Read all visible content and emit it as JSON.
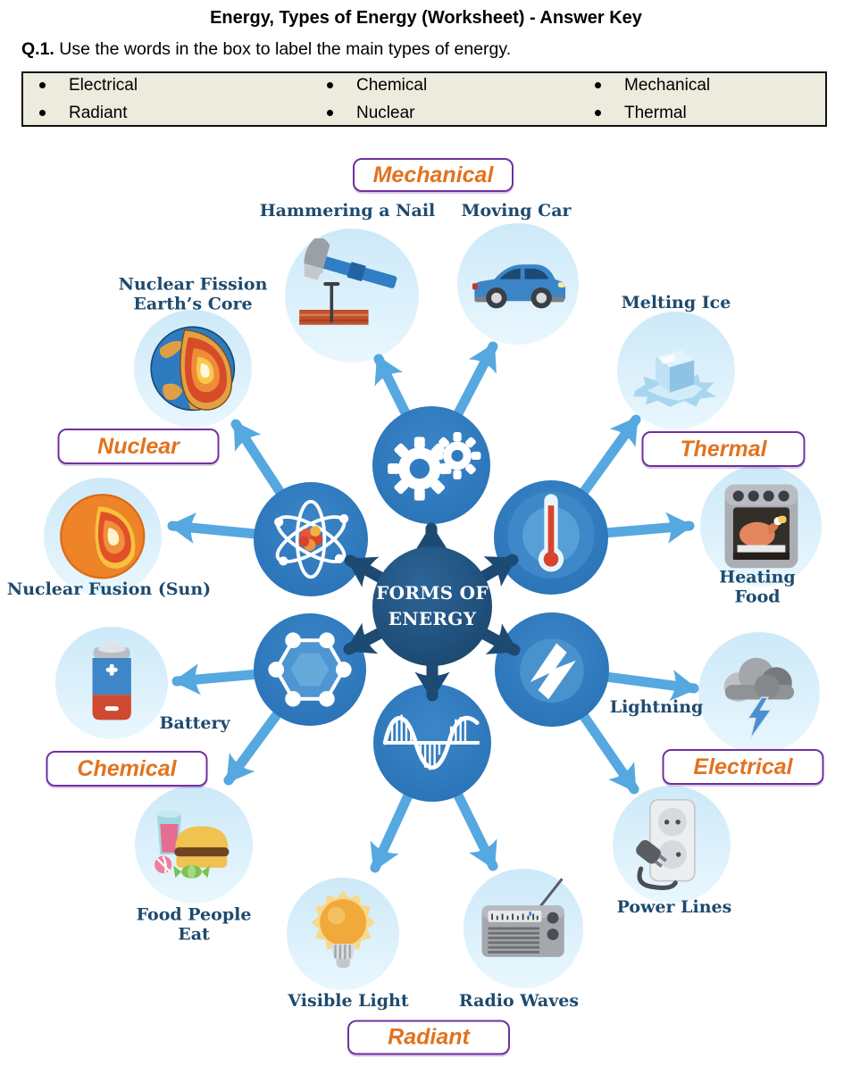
{
  "header": {
    "title": "Energy, Types of Energy (Worksheet) - Answer Key"
  },
  "question": {
    "number": "Q.1.",
    "text": " Use the words in the box to label the main types of energy."
  },
  "word_bank": {
    "words": [
      "Electrical",
      "Chemical",
      "Mechanical",
      "Radiant",
      "Nuclear",
      "Thermal"
    ]
  },
  "diagram": {
    "center": {
      "line1": "FORMS OF",
      "line2": "ENERGY"
    },
    "types": {
      "mechanical": {
        "label": "Mechanical",
        "icon": "gears-icon",
        "examples": [
          {
            "label": "Hammering a Nail",
            "icon": "hammer-nail-icon"
          },
          {
            "label": "Moving Car",
            "icon": "car-icon"
          }
        ]
      },
      "nuclear": {
        "label": "Nuclear",
        "icon": "atom-icon",
        "examples": [
          {
            "label": "Nuclear Fission\nEarth’s Core",
            "icon": "earth-core-icon"
          },
          {
            "label": "Nuclear Fusion (Sun)",
            "icon": "sun-core-icon"
          }
        ]
      },
      "thermal": {
        "label": "Thermal",
        "icon": "thermometer-icon",
        "examples": [
          {
            "label": "Melting Ice",
            "icon": "ice-cube-icon"
          },
          {
            "label": "Heating Food",
            "icon": "oven-icon"
          }
        ]
      },
      "chemical": {
        "label": "Chemical",
        "icon": "molecule-icon",
        "examples": [
          {
            "label": "Battery",
            "icon": "battery-icon"
          },
          {
            "label": "Food People\nEat",
            "icon": "food-icon"
          }
        ]
      },
      "electrical": {
        "label": "Electrical",
        "icon": "lightning-bolt-icon",
        "examples": [
          {
            "label": "Lightning",
            "icon": "storm-cloud-icon"
          },
          {
            "label": "Power Lines",
            "icon": "power-socket-icon"
          }
        ]
      },
      "radiant": {
        "label": "Radiant",
        "icon": "wave-icon",
        "examples": [
          {
            "label": "Visible Light",
            "icon": "light-bulb-icon"
          },
          {
            "label": "Radio Waves",
            "icon": "radio-icon"
          }
        ]
      }
    },
    "colors": {
      "navy_text": "#1e4a6e",
      "orange_label": "#e2731f",
      "purple_border": "#7030a0",
      "spoke_blue": "#2f7bc0",
      "center_navy": "#1c4a73",
      "light_arrow": "#55a8e0",
      "dark_arrow": "#1d4a72",
      "example_circle": "#d6edf9",
      "word_box_bg": "#edeade"
    }
  }
}
